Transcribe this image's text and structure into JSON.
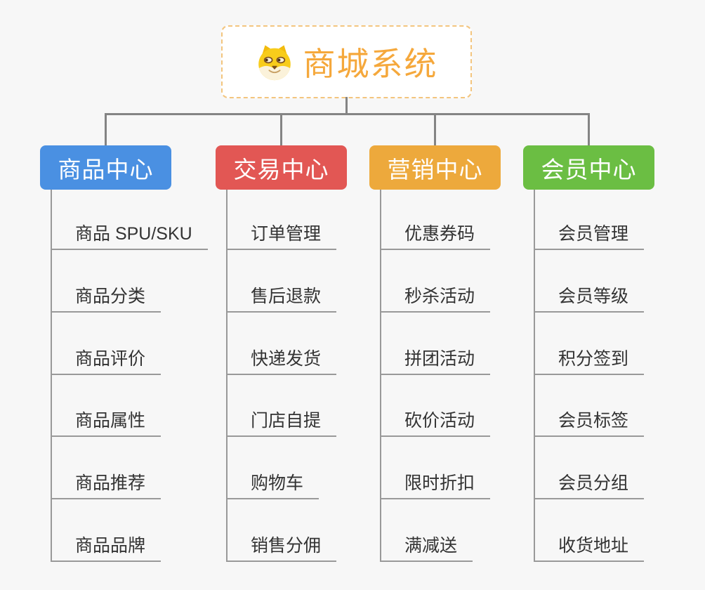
{
  "canvas": {
    "background": "#f7f7f7",
    "connector_color": "#848484",
    "leaf_line_color": "#999999",
    "leaf_text_color": "#333333"
  },
  "root": {
    "title": "商城系统",
    "icon": "doge-icon",
    "text_color": "#f5a83c",
    "border_color": "#f3c57e"
  },
  "branches": [
    {
      "id": "product-center",
      "label": "商品中心",
      "color": "#4a90e2",
      "children": [
        "商品 SPU/SKU",
        "商品分类",
        "商品评价",
        "商品属性",
        "商品推荐",
        "商品品牌"
      ]
    },
    {
      "id": "trade-center",
      "label": "交易中心",
      "color": "#e25754",
      "children": [
        "订单管理",
        "售后退款",
        "快递发货",
        "门店自提",
        "购物车",
        "销售分佣"
      ]
    },
    {
      "id": "marketing-center",
      "label": "营销中心",
      "color": "#eda93c",
      "children": [
        "优惠券码",
        "秒杀活动",
        "拼团活动",
        "砍价活动",
        "限时折扣",
        "满减送"
      ]
    },
    {
      "id": "member-center",
      "label": "会员中心",
      "color": "#6bbe43",
      "children": [
        "会员管理",
        "会员等级",
        "积分签到",
        "会员标签",
        "会员分组",
        "收货地址"
      ]
    }
  ]
}
